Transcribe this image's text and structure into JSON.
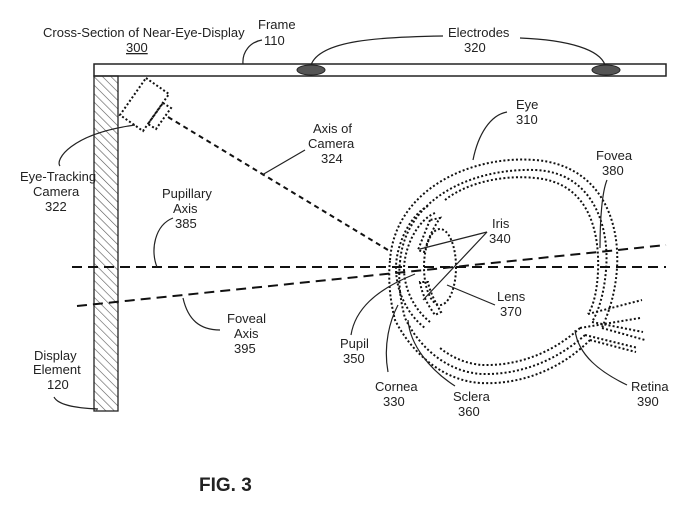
{
  "title": {
    "line1": "Cross-Section of Near-Eye-Display",
    "ref": "300"
  },
  "labels": {
    "frame": {
      "name": "Frame",
      "ref": "110"
    },
    "electrodes": {
      "name": "Electrodes",
      "ref": "320"
    },
    "eye": {
      "name": "Eye",
      "ref": "310"
    },
    "axis_camera": {
      "line1": "Axis of",
      "line2": "Camera",
      "ref": "324"
    },
    "eye_tracking_camera": {
      "line1": "Eye-Tracking",
      "line2": "Camera",
      "ref": "322"
    },
    "pupillary_axis": {
      "line1": "Pupillary",
      "line2": "Axis",
      "ref": "385"
    },
    "foveal_axis": {
      "line1": "Foveal",
      "line2": "Axis",
      "ref": "395"
    },
    "display_element": {
      "line1": "Display",
      "line2": "Element",
      "ref": "120"
    },
    "iris": {
      "name": "Iris",
      "ref": "340"
    },
    "lens": {
      "name": "Lens",
      "ref": "370"
    },
    "fovea": {
      "name": "Fovea",
      "ref": "380"
    },
    "pupil": {
      "name": "Pupil",
      "ref": "350"
    },
    "cornea": {
      "name": "Cornea",
      "ref": "330"
    },
    "sclera": {
      "name": "Sclera",
      "ref": "360"
    },
    "retina": {
      "name": "Retina",
      "ref": "390"
    }
  },
  "figure_caption": "FIG. 3"
}
